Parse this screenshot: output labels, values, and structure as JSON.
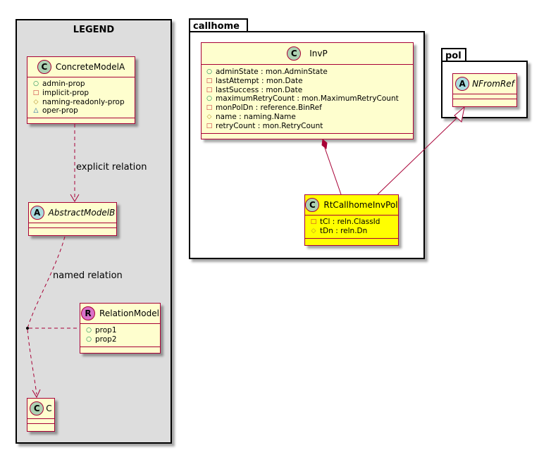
{
  "legend": {
    "title": "LEGEND",
    "concrete_model": {
      "name": "ConcreteModelA",
      "stereotype_letter": "C",
      "attributes": [
        {
          "visibility": "public",
          "text": "admin-prop"
        },
        {
          "visibility": "private",
          "text": "implicit-prop"
        },
        {
          "visibility": "protected",
          "text": "naming-readonly-prop"
        },
        {
          "visibility": "package",
          "text": "oper-prop"
        }
      ]
    },
    "explicit_relation_label": "explicit relation",
    "abstract_model": {
      "name": "AbstractModelB",
      "stereotype_letter": "A"
    },
    "named_relation_label": "named relation",
    "relation_model": {
      "name": "RelationModel",
      "stereotype_letter": "R",
      "attributes": [
        {
          "visibility": "public",
          "text": "prop1"
        },
        {
          "visibility": "public",
          "text": "prop2"
        }
      ]
    },
    "c_model": {
      "name": "C",
      "stereotype_letter": "C"
    }
  },
  "callhome": {
    "package_name": "callhome",
    "invp": {
      "name": "InvP",
      "stereotype_letter": "C",
      "attributes": [
        {
          "visibility": "public",
          "text": "adminState : mon.AdminState"
        },
        {
          "visibility": "private",
          "text": "lastAttempt : mon.Date"
        },
        {
          "visibility": "private",
          "text": "lastSuccess : mon.Date"
        },
        {
          "visibility": "public",
          "text": "maximumRetryCount : mon.MaximumRetryCount"
        },
        {
          "visibility": "private",
          "text": "monPolDn : reference.BinRef"
        },
        {
          "visibility": "protected",
          "text": "name : naming.Name"
        },
        {
          "visibility": "private",
          "text": "retryCount : mon.RetryCount"
        }
      ]
    },
    "rt": {
      "name": "RtCallhomeInvPol",
      "stereotype_letter": "C",
      "attributes": [
        {
          "visibility": "private",
          "text": "tCl : reln.ClassId"
        },
        {
          "visibility": "protected",
          "text": "tDn : reln.Dn"
        }
      ]
    }
  },
  "pol": {
    "package_name": "pol",
    "nfromref": {
      "name": "NFromRef",
      "stereotype_letter": "A"
    }
  },
  "colors": {
    "class_fill": "#fefece",
    "class_border": "#a80036",
    "highlight_fill": "#ffff00",
    "legend_fill": "#dddddd"
  }
}
